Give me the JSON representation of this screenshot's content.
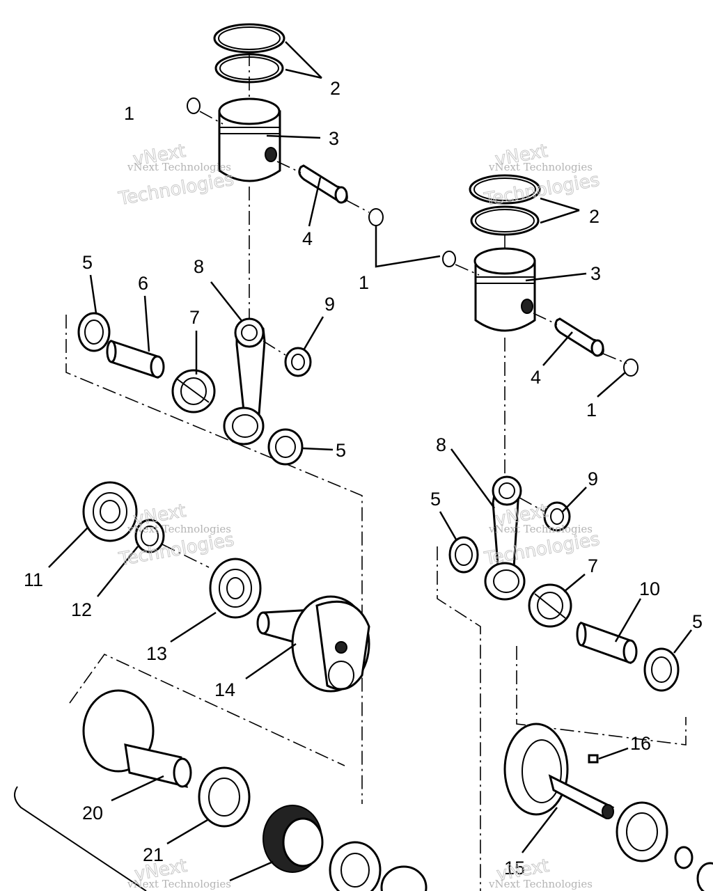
{
  "callouts": {
    "l_1": "1",
    "l_2": "2",
    "l_3": "3",
    "l_4": "4",
    "l_5a": "5",
    "l_6": "6",
    "l_7": "7",
    "l_8": "8",
    "l_9": "9",
    "l_5b": "5",
    "l_11": "11",
    "l_12": "12",
    "l_13": "13",
    "l_14": "14",
    "l_20": "20",
    "l_21": "21",
    "r_2": "2",
    "r_1a": "1",
    "r_3": "3",
    "r_4": "4",
    "r_1b": "1",
    "r_8": "8",
    "r_9": "9",
    "r_5a": "5",
    "r_7": "7",
    "r_10": "10",
    "r_5b": "5",
    "r_16": "16",
    "r_15": "15"
  },
  "watermark": {
    "company": "vNext Technologies",
    "word1": "vNext",
    "word2": "Technologies"
  }
}
